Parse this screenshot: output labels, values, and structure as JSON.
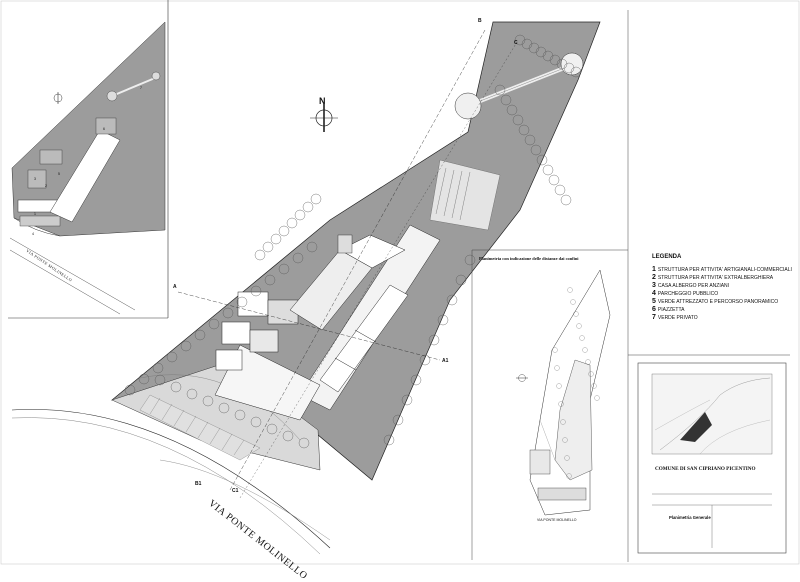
{
  "road_main": "VIA PONTE MOLINELLO",
  "road_small": "VIA PONTE MOLINELLO",
  "road_inset": "VIA PONTE MOLINELLO",
  "north_label": "N",
  "inset_title": "Planimetria con indicazione delle distanze dai confini",
  "legend": {
    "title": "LEGENDA",
    "items": [
      {
        "num": "1",
        "label": "STRUTTURA PER ATTIVITA' ARTIGIANALI-COMMERCIALI"
      },
      {
        "num": "2",
        "label": "STRUTTURA PER ATTIVITA' EXTRALBERGHIERA"
      },
      {
        "num": "3",
        "label": "CASA ALBERGO PER ANZIANI"
      },
      {
        "num": "4",
        "label": "PARCHEGGIO PUBBLICO"
      },
      {
        "num": "5",
        "label": "VERDE ATTREZZATO E PERCORSO PANORAMICO"
      },
      {
        "num": "6",
        "label": "PIAZZETTA"
      },
      {
        "num": "7",
        "label": "VERDE PRIVATO"
      }
    ]
  },
  "sections": {
    "a": "A",
    "a1": "A1",
    "b": "B",
    "b1": "B1",
    "c": "C",
    "c1": "C1"
  },
  "inset_small_labels": [
    "1",
    "2",
    "3",
    "4",
    "5",
    "6",
    "7"
  ],
  "title_block": {
    "comune": "COMUNE DI SAN CIPRIANO PICENTINO",
    "tavola": "Planimetria Generale"
  },
  "colors": {
    "ground": "#9c9c9c",
    "line": "#222222",
    "tree": "#7a7a7a"
  }
}
